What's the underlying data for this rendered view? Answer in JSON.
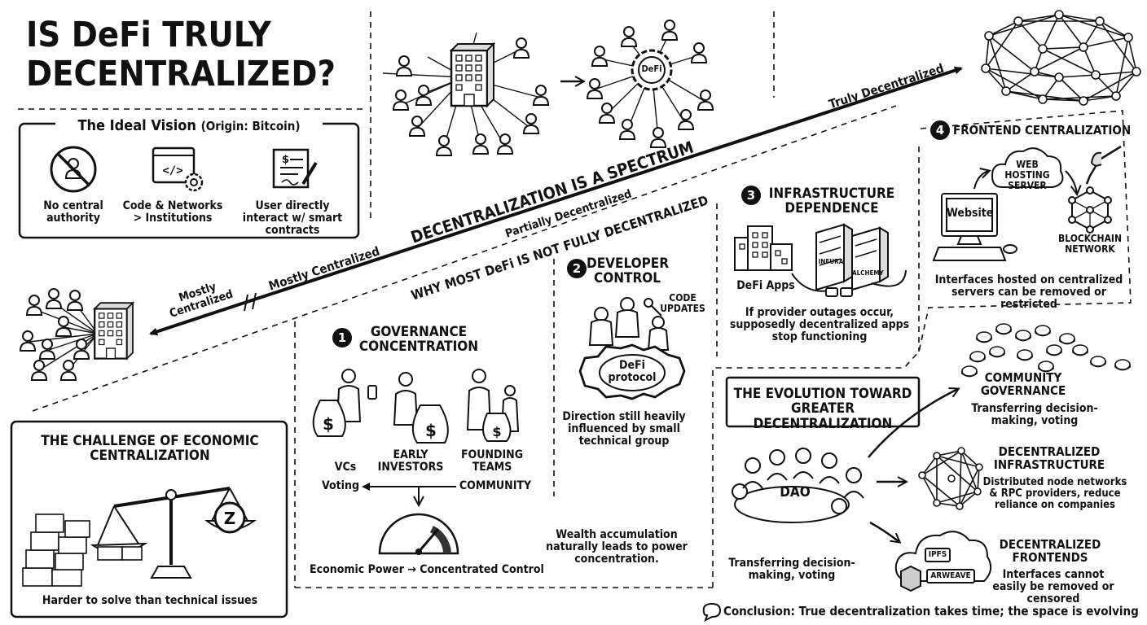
{
  "title": {
    "line1": "IS DeFi TRULY",
    "line2": "DECENTRALIZED?"
  },
  "ideal_vision": {
    "heading": "The Ideal Vision",
    "origin": "(Origin: Bitcoin)",
    "items": [
      {
        "label": "No central authority",
        "icon": "no-authority-icon"
      },
      {
        "label": "Code & Networks > Institutions",
        "icon": "code-gear-icon"
      },
      {
        "label": "User directly interact w/ smart contracts",
        "icon": "contract-scroll-icon"
      }
    ]
  },
  "transition": {
    "center_label": "DeFi"
  },
  "spectrum": {
    "heading": "DECENTRALIZATION IS A SPECTRUM",
    "subheading": "WHY MOST DeFi IS NOT FULLY DECENTRALIZED",
    "mostly_centralized": "Mostly Centralized",
    "partially_decentralized": "Partially Decentralized",
    "truly_decentralized": "Truly Decentralized",
    "left_end_label": "Mostly Centralized"
  },
  "factors": [
    {
      "number": "1",
      "title": "GOVERNANCE CONCENTRATION",
      "groups": [
        "VCs",
        "EARLY INVESTORS",
        "FOUNDING TEAMS"
      ],
      "voting_label": "Voting",
      "community_label": "COMMUNITY",
      "gauge_caption": "Economic Power → Concentrated Control",
      "note": "Wealth accumulation naturally leads to power concentration."
    },
    {
      "number": "2",
      "title": "DEVELOPER CONTROL",
      "code_label": "CODE UPDATES",
      "gear_label": "DeFi protocol",
      "note": "Direction still heavily influenced by small technical group"
    },
    {
      "number": "3",
      "title": "INFRASTRUCTURE DEPENDENCE",
      "apps_label": "DeFi Apps",
      "providers": [
        "INFURA",
        "ALCHEMY"
      ],
      "note": "If provider outages occur, supposedly decentralized apps stop functioning"
    },
    {
      "number": "4",
      "title": "FRONTEND CENTRALIZATION",
      "website_label": "Website",
      "cloud_label": "WEB HOSTING SERVER",
      "blockchain_label": "BLOCKCHAIN NETWORK",
      "note": "Interfaces hosted on centralized servers can be removed or restricted"
    }
  ],
  "economic": {
    "title": "THE CHALLENGE OF ECONOMIC CENTRALIZATION",
    "footer": "Harder to solve than technical issues"
  },
  "evolution": {
    "title": "THE EVOLUTION TOWARD GREATER DECENTRALIZATION",
    "dao_label": "DAO",
    "dao_caption": "Transferring decision-making, voting",
    "items": [
      {
        "title": "COMMUNITY GOVERNANCE",
        "desc": "Transferring decision-making, voting"
      },
      {
        "title": "DECENTRALIZED INFRASTRUCTURE",
        "desc": "Distributed node networks & RPC providers, reduce reliance on companies"
      },
      {
        "title": "DECENTRALIZED FRONTENDS",
        "desc": "Interfaces cannot easily be removed or censored",
        "tags": [
          "IPFS",
          "ARWEAVE"
        ]
      }
    ]
  },
  "conclusion": "Conclusion: True decentralization takes time; the space is evolving"
}
